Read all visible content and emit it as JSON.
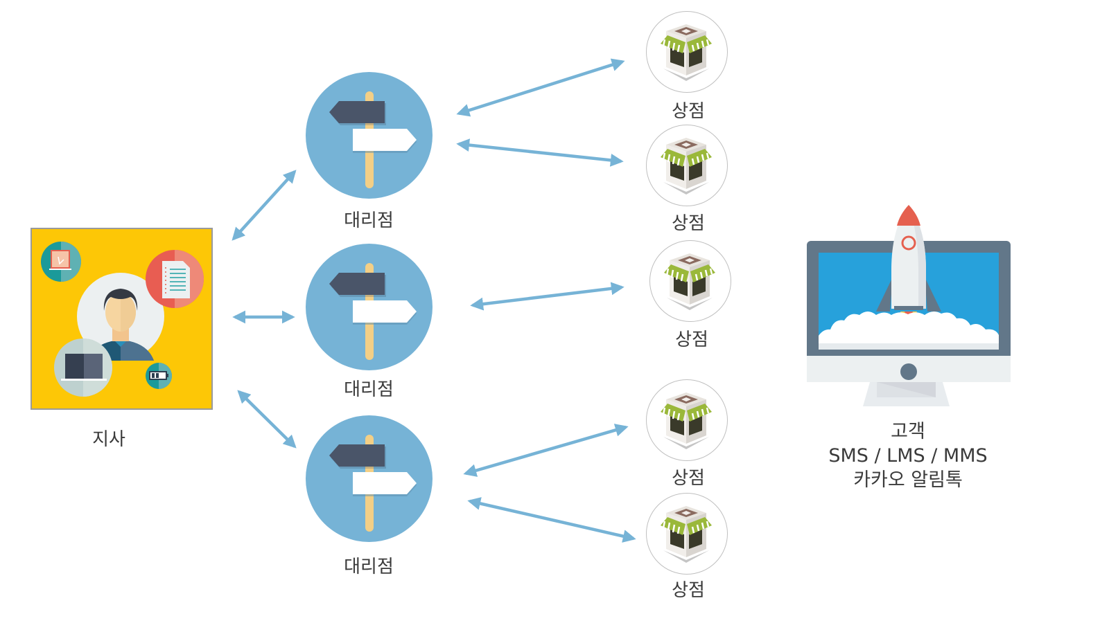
{
  "diagram": {
    "branch": {
      "label": "지사",
      "icon": "office-worker-icon"
    },
    "agencies": [
      {
        "label": "대리점",
        "icon": "signpost-icon"
      },
      {
        "label": "대리점",
        "icon": "signpost-icon"
      },
      {
        "label": "대리점",
        "icon": "signpost-icon"
      }
    ],
    "stores": [
      {
        "label": "상점",
        "icon": "storefront-icon",
        "agency": 0
      },
      {
        "label": "상점",
        "icon": "storefront-icon",
        "agency": 0
      },
      {
        "label": "상점",
        "icon": "storefront-icon",
        "agency": 1
      },
      {
        "label": "상점",
        "icon": "storefront-icon",
        "agency": 2
      },
      {
        "label": "상점",
        "icon": "storefront-icon",
        "agency": 2
      }
    ],
    "customer": {
      "icon": "monitor-rocket-icon",
      "lines": [
        "고객",
        "SMS / LMS / MMS",
        "카카오 알림톡"
      ]
    },
    "connections": {
      "style": "bidirectional-arrow",
      "color": "#76b3d6",
      "edges": [
        [
          "branch",
          "agency-1"
        ],
        [
          "branch",
          "agency-2"
        ],
        [
          "branch",
          "agency-3"
        ],
        [
          "agency-1",
          "store-1"
        ],
        [
          "agency-1",
          "store-2"
        ],
        [
          "agency-2",
          "store-3"
        ],
        [
          "agency-3",
          "store-4"
        ],
        [
          "agency-3",
          "store-5"
        ]
      ]
    },
    "colors": {
      "branch_bg": "#fdc706",
      "agency_bg": "#76b3d6",
      "arrow": "#76b3d6",
      "monitor_frame": "#627789",
      "monitor_screen": "#27a1db",
      "rocket_tip": "#e5604f"
    }
  }
}
